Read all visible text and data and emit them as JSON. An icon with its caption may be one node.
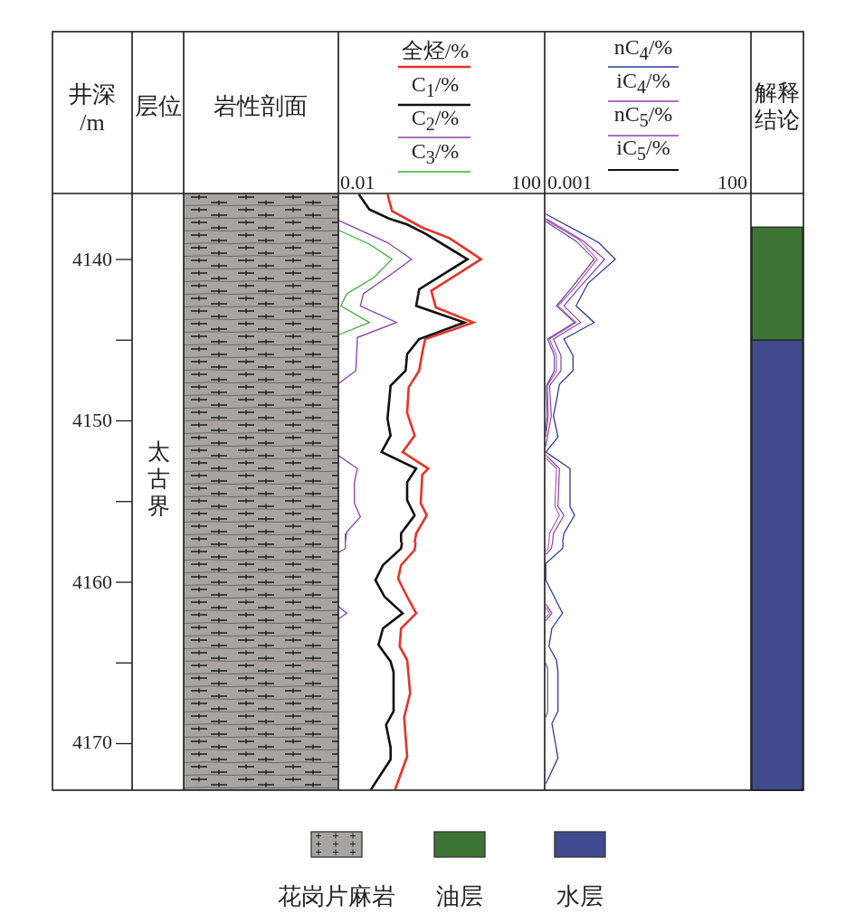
{
  "diagram": {
    "nodes": [
      {
        "text": [],
        "shape": "bar"
      },
      {
        "text": [],
        "shape": "bar"
      },
      {
        "text": [],
        "shape": "bar"
      }
    ],
    "labels": [
      "井深/m",
      "层位",
      "岩性剖面",
      "全烃/%",
      "C$_{1}$/%",
      "C$_{2}$/%",
      "C$_{3}$/%",
      "0.01",
      "100",
      "nC$_{4}$/%",
      "iC$_{4}$/%",
      "nC$_{5}$/%",
      "iC$_{5}$/%",
      "0.001",
      "100",
      "解释结论",
      "4140",
      "4150",
      "太古界",
      "4160",
      "4170"
    ],
    "legend": [
      {
        "text": "花岗片麻岩"
      },
      {
        "text": "油层",
        "color": "#3e7535"
      },
      {
        "text": "水层",
        "color": "#3f4b8e"
      }
    ]
  }
}
